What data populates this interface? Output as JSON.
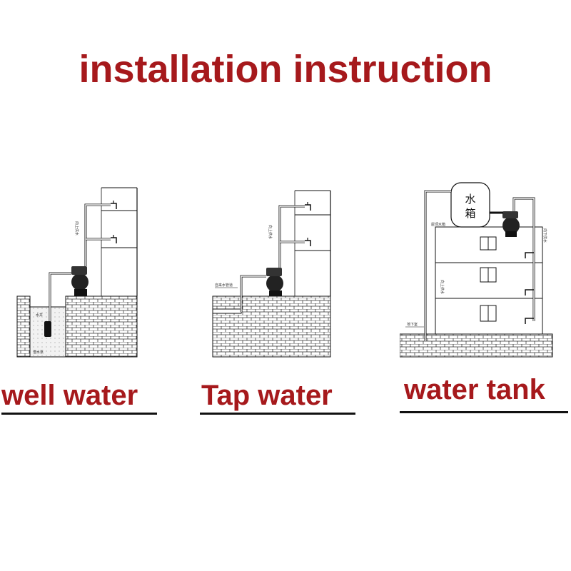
{
  "title": "installation instruction",
  "colors": {
    "title": "#a6191c",
    "caption": "#a6191c",
    "line": "#111111"
  },
  "diagrams": [
    {
      "id": "well-water",
      "caption": "well water",
      "labels": [
        "水井",
        "潜水泵",
        "向上供水"
      ]
    },
    {
      "id": "tap-water",
      "caption": "Tap water",
      "labels": [
        "自来水管道",
        "向上供水"
      ]
    },
    {
      "id": "water-tank",
      "caption": "water tank",
      "tank_label": "水箱",
      "labels": [
        "屋顶水箱",
        "向下供水",
        "地下室",
        "向上供水"
      ]
    }
  ]
}
